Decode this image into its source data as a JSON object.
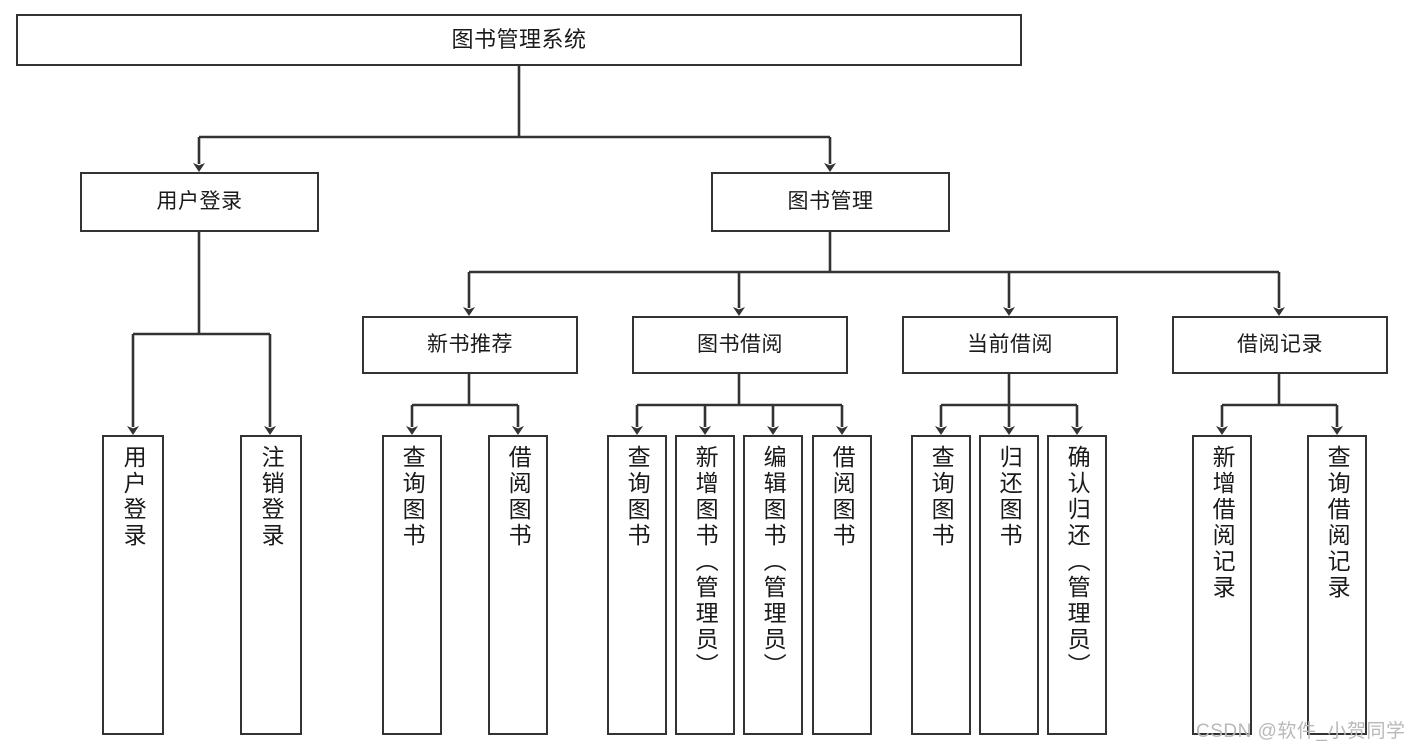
{
  "diagram": {
    "title": "图书管理系统",
    "type": "hierarchy-tree",
    "watermark": "CSDN @软件_小贺同学",
    "colors": {
      "box_border": "#333333",
      "box_fill": "#ffffff",
      "edge": "#333333",
      "text": "#1a1a1a",
      "watermark": "#b9b9b9",
      "background": "#ffffff"
    },
    "nodes": {
      "root": {
        "label": "图书管理系统"
      },
      "level2": [
        {
          "id": "user-login",
          "label": "用户登录"
        },
        {
          "id": "book-manage",
          "label": "图书管理"
        }
      ],
      "level3": [
        {
          "id": "new-book-recommend",
          "label": "新书推荐"
        },
        {
          "id": "book-borrow",
          "label": "图书借阅"
        },
        {
          "id": "current-borrow",
          "label": "当前借阅"
        },
        {
          "id": "borrow-record",
          "label": "借阅记录"
        }
      ],
      "leaves": {
        "user-login": [
          {
            "id": "leaf-user-login",
            "label": "用户登录"
          },
          {
            "id": "leaf-logout",
            "label": "注销登录"
          }
        ],
        "new-book-recommend": [
          {
            "id": "leaf-query-book-1",
            "label": "查询图书"
          },
          {
            "id": "leaf-borrow-book-1",
            "label": "借阅图书"
          }
        ],
        "book-borrow": [
          {
            "id": "leaf-query-book-2",
            "label": "查询图书"
          },
          {
            "id": "leaf-add-book",
            "label": "新增图书（管理员）"
          },
          {
            "id": "leaf-edit-book",
            "label": "编辑图书（管理员）"
          },
          {
            "id": "leaf-borrow-book-2",
            "label": "借阅图书"
          }
        ],
        "current-borrow": [
          {
            "id": "leaf-query-book-3",
            "label": "查询图书"
          },
          {
            "id": "leaf-return-book",
            "label": "归还图书"
          },
          {
            "id": "leaf-confirm-return",
            "label": "确认归还（管理员）"
          }
        ],
        "borrow-record": [
          {
            "id": "leaf-add-record",
            "label": "新增借阅记录"
          },
          {
            "id": "leaf-query-record",
            "label": "查询借阅记录"
          }
        ]
      }
    }
  }
}
